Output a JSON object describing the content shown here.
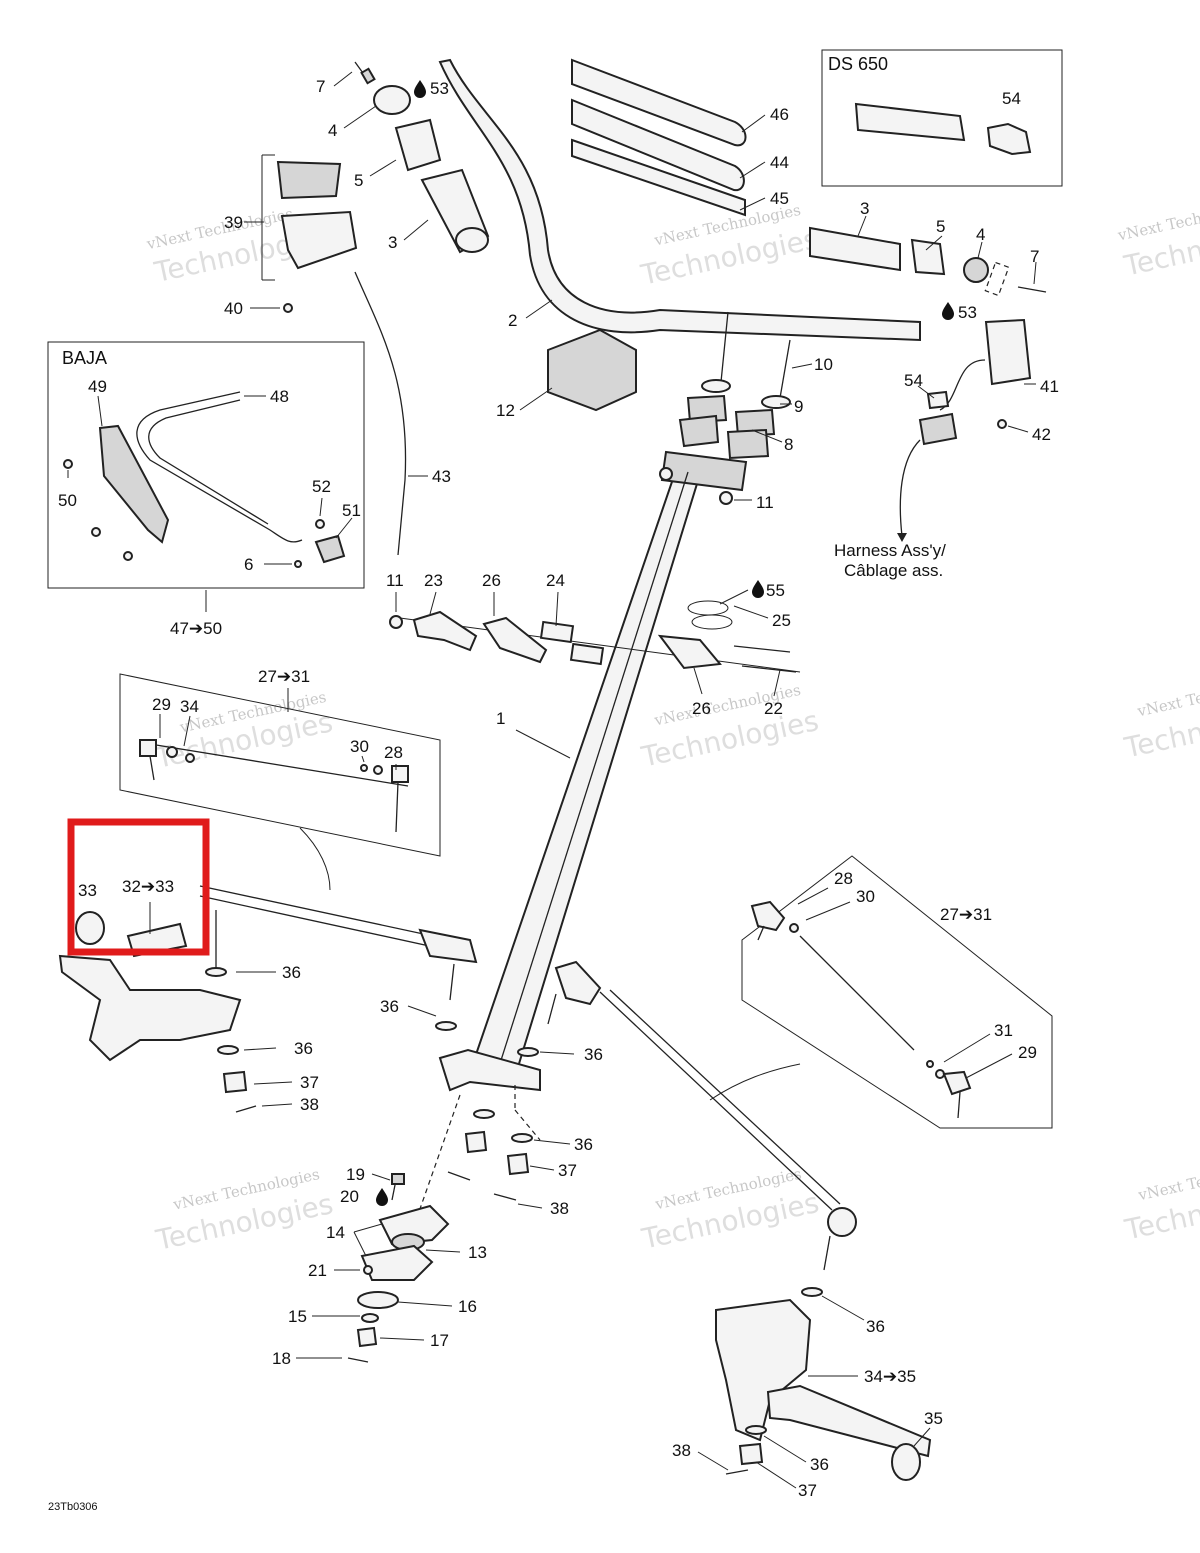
{
  "diagram": {
    "code": "23Tb0306",
    "highlight_color": "#e01b1b",
    "boxes": {
      "ds650": "DS 650",
      "baja": "BAJA"
    },
    "harness_label": {
      "line1": "Harness Ass'y/",
      "line2": "Câblage ass."
    },
    "watermark": {
      "line1": "vNext Technologies",
      "line2": "Technologies"
    },
    "labels": {
      "p7a": "7",
      "p53a": "53",
      "p4a": "4",
      "p5a": "5",
      "p3a": "3",
      "p39": "39",
      "p40": "40",
      "p46": "46",
      "p44": "44",
      "p45": "45",
      "p2": "2",
      "p54a": "54",
      "p3b": "3",
      "p5b": "5",
      "p4b": "4",
      "p7b": "7",
      "p53b": "53",
      "p12": "12",
      "p10": "10",
      "p9": "9",
      "p8": "8",
      "p11a": "11",
      "p54b": "54",
      "p41": "41",
      "p42": "42",
      "p49": "49",
      "p48": "48",
      "p50": "50",
      "p52": "52",
      "p51": "51",
      "p6": "6",
      "p47_50": "47➔50",
      "p43": "43",
      "p11b": "11",
      "p23": "23",
      "p26a": "26",
      "p24": "24",
      "p55": "55",
      "p25": "25",
      "p26b": "26",
      "p22": "22",
      "p27_31a": "27➔31",
      "p29a": "29",
      "p34a": "34",
      "p30a": "30",
      "p28a": "28",
      "p1": "1",
      "p33a": "33",
      "p32_33": "32➔33",
      "p36a": "36",
      "p36b": "36",
      "p36c": "36",
      "p37a": "37",
      "p38a": "38",
      "p36d": "36",
      "p36e": "36",
      "p37b": "37",
      "p38b": "38",
      "p28b": "28",
      "p30b": "30",
      "p27_31b": "27➔31",
      "p31": "31",
      "p29b": "29",
      "p19": "19",
      "p20": "20",
      "p14": "14",
      "p13": "13",
      "p21": "21",
      "p15": "15",
      "p16": "16",
      "p17": "17",
      "p18": "18",
      "p36f": "36",
      "p34_35": "34➔35",
      "p35": "35",
      "p38c": "38",
      "p36g": "36",
      "p37c": "37"
    }
  }
}
